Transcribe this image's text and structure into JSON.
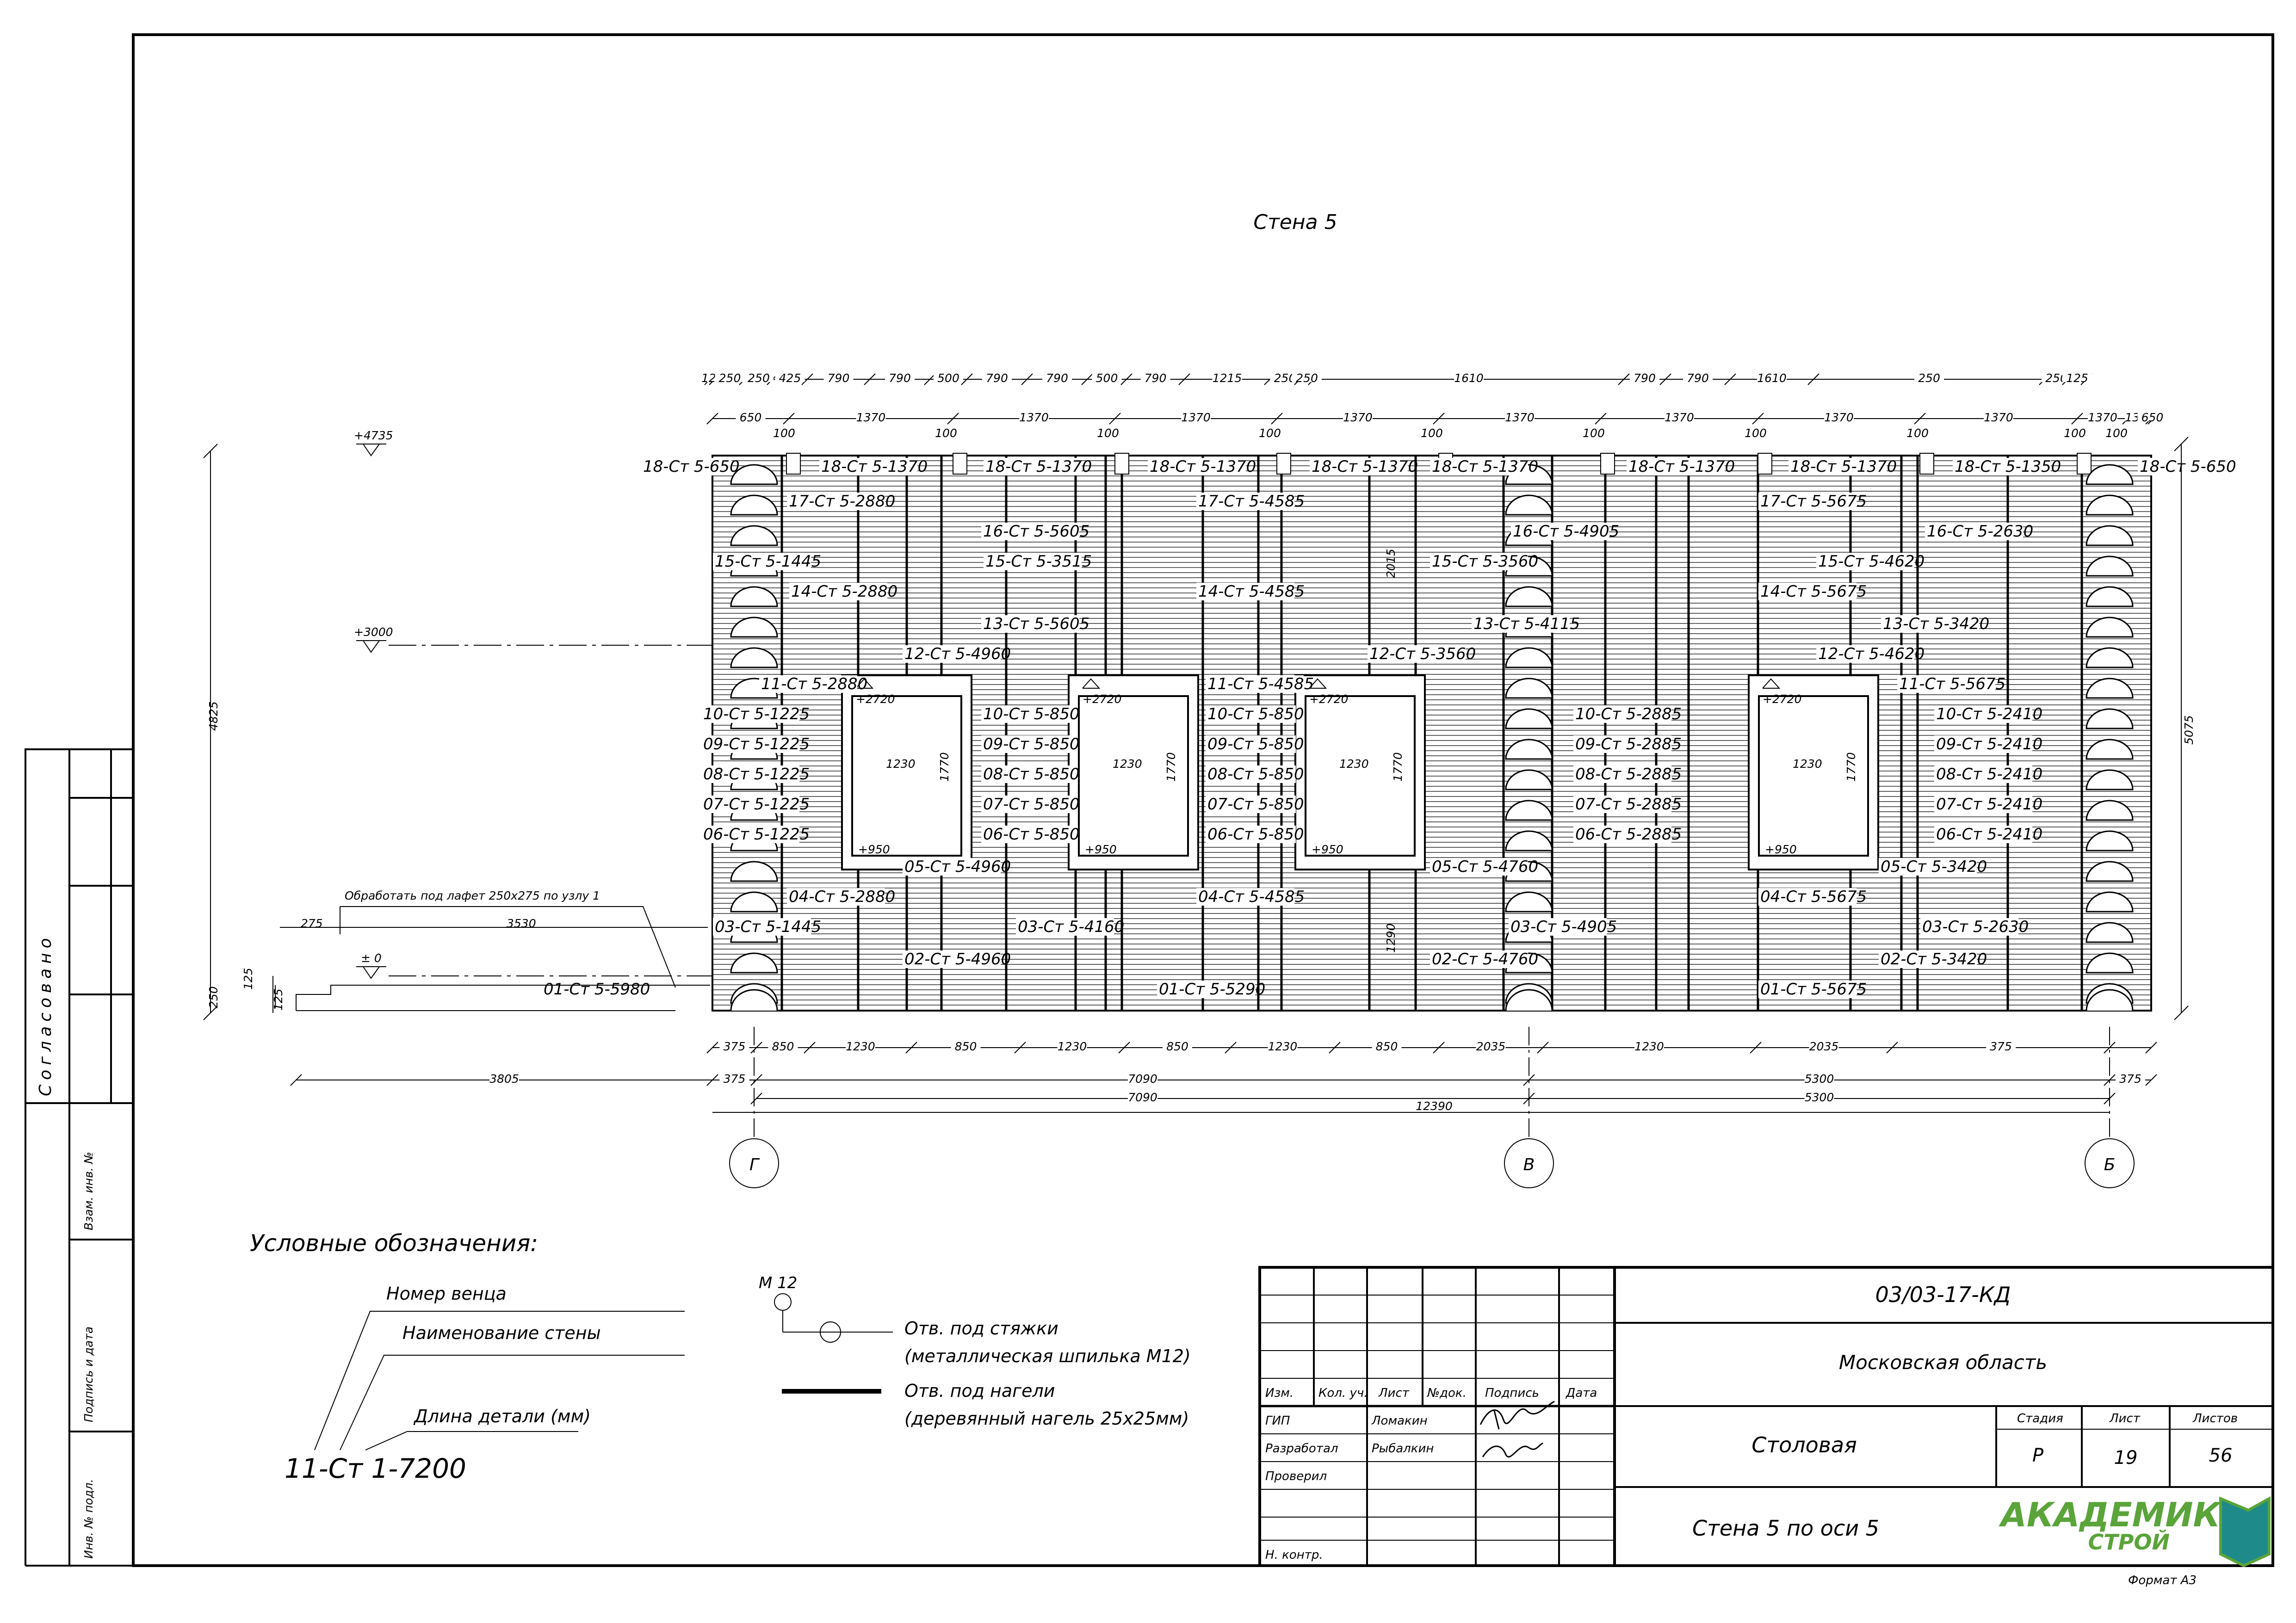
{
  "sheet_title": "Стена 5",
  "levels": [
    "+4735",
    "+3000",
    "± 0"
  ],
  "overall_height": "4825",
  "right_height": "5075",
  "top_dims_row1": [
    "125",
    "250",
    "250",
    "425",
    "790",
    "790",
    "500",
    "790",
    "790",
    "500",
    "790",
    "1215",
    "250",
    "250",
    "1610",
    "790",
    "790",
    "1610",
    "250",
    "250",
    "125"
  ],
  "top_dims_row2": [
    "650",
    "1370",
    "1370",
    "1370",
    "1370",
    "1370",
    "1370",
    "1370",
    "1370",
    "1370",
    "1350",
    "650"
  ],
  "top_dims_row3": [
    "100",
    "100",
    "100",
    "100",
    "100",
    "100",
    "100",
    "100",
    "100",
    "100"
  ],
  "bottom_dims_row1": [
    "375",
    "850",
    "1230",
    "850",
    "1230",
    "850",
    "1230",
    "850",
    "2035",
    "1230",
    "2035",
    "375"
  ],
  "bottom_dims_row2": [
    "3805",
    "375",
    "7090",
    "5300",
    "375"
  ],
  "bottom_dims_row3": [
    "7090",
    "5300"
  ],
  "bottom_total": "12390",
  "axes": [
    "Г",
    "В",
    "Б"
  ],
  "side_dims": {
    "d275": "275",
    "d3530": "3530",
    "d250": "250",
    "d125a": "125",
    "d125b": "125"
  },
  "note_lafet": "Обработать под лафет 250х275 по узлу 1",
  "window": {
    "top": "+2720",
    "bottom": "+950",
    "width": "1230",
    "height": "1770"
  },
  "inner_dims": {
    "h2015": "2015",
    "h1290": "1290"
  },
  "logs": {
    "l18": [
      "18-Ст 5-650",
      "18-Ст 5-1370",
      "18-Ст 5-1370",
      "18-Ст 5-1370",
      "18-Ст 5-1370",
      "18-Ст 5-1370",
      "18-Ст 5-1370",
      "18-Ст 5-1370",
      "18-Ст 5-1350",
      "18-Ст 5-650"
    ],
    "l17": [
      "17-Ст 5-2880",
      "17-Ст 5-4585",
      "17-Ст 5-5675"
    ],
    "l16": [
      "16-Ст 5-5605",
      "16-Ст 5-4905",
      "16-Ст 5-2630"
    ],
    "l15": [
      "15-Ст 5-1445",
      "15-Ст 5-3515",
      "15-Ст 5-3560",
      "15-Ст 5-4620"
    ],
    "l14": [
      "14-Ст 5-2880",
      "14-Ст 5-4585",
      "14-Ст 5-5675"
    ],
    "l13": [
      "13-Ст 5-5605",
      "13-Ст 5-4115",
      "13-Ст 5-3420"
    ],
    "l12": [
      "12-Ст 5-4960",
      "12-Ст 5-3560",
      "12-Ст 5-4620"
    ],
    "l11": [
      "11-Ст 5-2880",
      "11-Ст 5-4585",
      "11-Ст 5-5675"
    ],
    "l10": [
      "10-Ст 5-1225",
      "10-Ст 5-850",
      "10-Ст 5-850",
      "10-Ст 5-2885",
      "10-Ст 5-2410"
    ],
    "l09": [
      "09-Ст 5-1225",
      "09-Ст 5-850",
      "09-Ст 5-850",
      "09-Ст 5-2885",
      "09-Ст 5-2410"
    ],
    "l08": [
      "08-Ст 5-1225",
      "08-Ст 5-850",
      "08-Ст 5-850",
      "08-Ст 5-2885",
      "08-Ст 5-2410"
    ],
    "l07": [
      "07-Ст 5-1225",
      "07-Ст 5-850",
      "07-Ст 5-850",
      "07-Ст 5-2885",
      "07-Ст 5-2410"
    ],
    "l06": [
      "06-Ст 5-1225",
      "06-Ст 5-850",
      "06-Ст 5-850",
      "06-Ст 5-2885",
      "06-Ст 5-2410"
    ],
    "l05": [
      "05-Ст 5-4960",
      "05-Ст 5-4760",
      "05-Ст 5-3420"
    ],
    "l04": [
      "04-Ст 5-2880",
      "04-Ст 5-4585",
      "04-Ст 5-5675"
    ],
    "l03": [
      "03-Ст 5-1445",
      "03-Ст 5-4160",
      "03-Ст 5-4905",
      "03-Ст 5-2630"
    ],
    "l02": [
      "02-Ст 5-4960",
      "02-Ст 5-4760",
      "02-Ст 5-3420"
    ],
    "l01": [
      "01-Ст 5-5980",
      "01-Ст 5-5290",
      "01-Ст 5-5675"
    ]
  },
  "legend": {
    "title": "Условные обозначения:",
    "crown_no": "Номер венца",
    "wall_name": "Наименование стены",
    "part_len": "Длина детали (мм)",
    "example": "11-Ст 1-7200",
    "m12": "М 12",
    "tie1": "Отв. под стяжки",
    "tie2": "(металлическая шпилька М12)",
    "dowel1": "Отв. под нагели",
    "dowel2": "(деревянный нагель 25х25мм)"
  },
  "left_strip": {
    "agreed": "Согласовано",
    "vzam": "Взам. инв. №",
    "sign_date": "Подпись и дата",
    "inv": "Инв. № подл."
  },
  "title_block": {
    "code": "03/03-17-КД",
    "region": "Московская область",
    "object": "Столовая",
    "sheet_name": "Стена 5 по оси 5",
    "hdr": [
      "Изм.",
      "Кол. уч.",
      "Лист",
      "№док.",
      "Подпись",
      "Дата"
    ],
    "roles": [
      "ГИП",
      "Разработал",
      "Проверил",
      "Н. контр."
    ],
    "names": [
      "Ломакин",
      "Рыбалкин"
    ],
    "stage_hdr": "Стадия",
    "sheet_hdr": "Лист",
    "sheets_hdr": "Листов",
    "stage": "Р",
    "sheet": "19",
    "sheets": "56",
    "logo1": "АКАДЕМИК",
    "logo2": "СТРОЙ",
    "format": "Формат А3"
  },
  "colors": {
    "ink": "#000000",
    "logo_green": "#5aa43a",
    "logo_teal": "#1e8a8a"
  }
}
